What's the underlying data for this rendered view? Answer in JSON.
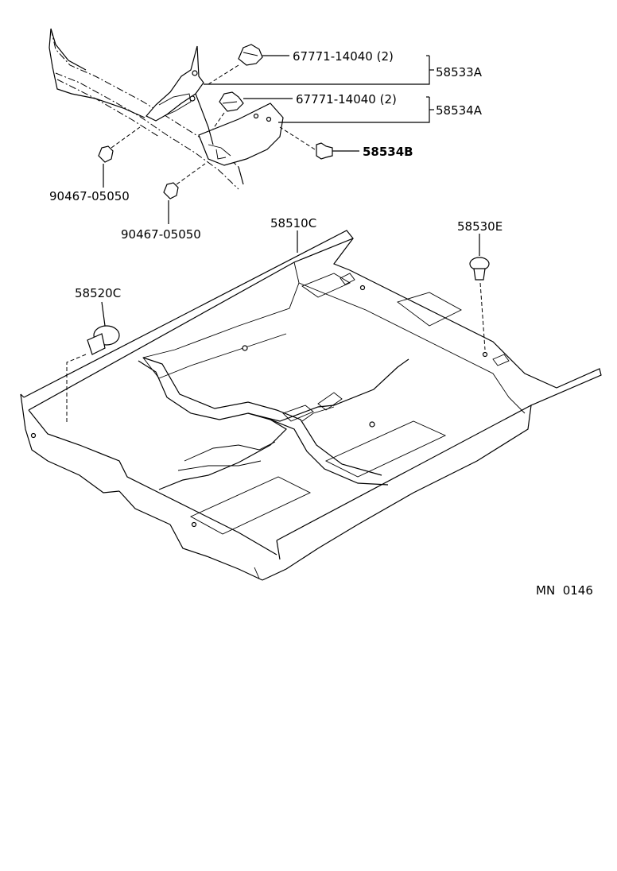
{
  "labels": {
    "clip_upper": "67771-14040 (2)",
    "clip_lower": "67771-14040 (2)",
    "assy_a": "58533A",
    "assy_b": "58534A",
    "screw": "58534B",
    "nut_left": "90467-05050",
    "nut_right": "90467-05050",
    "carpet": "58510C",
    "plug_right": "58530E",
    "plug_left": "58520C",
    "figure_code": "MN  0146"
  }
}
